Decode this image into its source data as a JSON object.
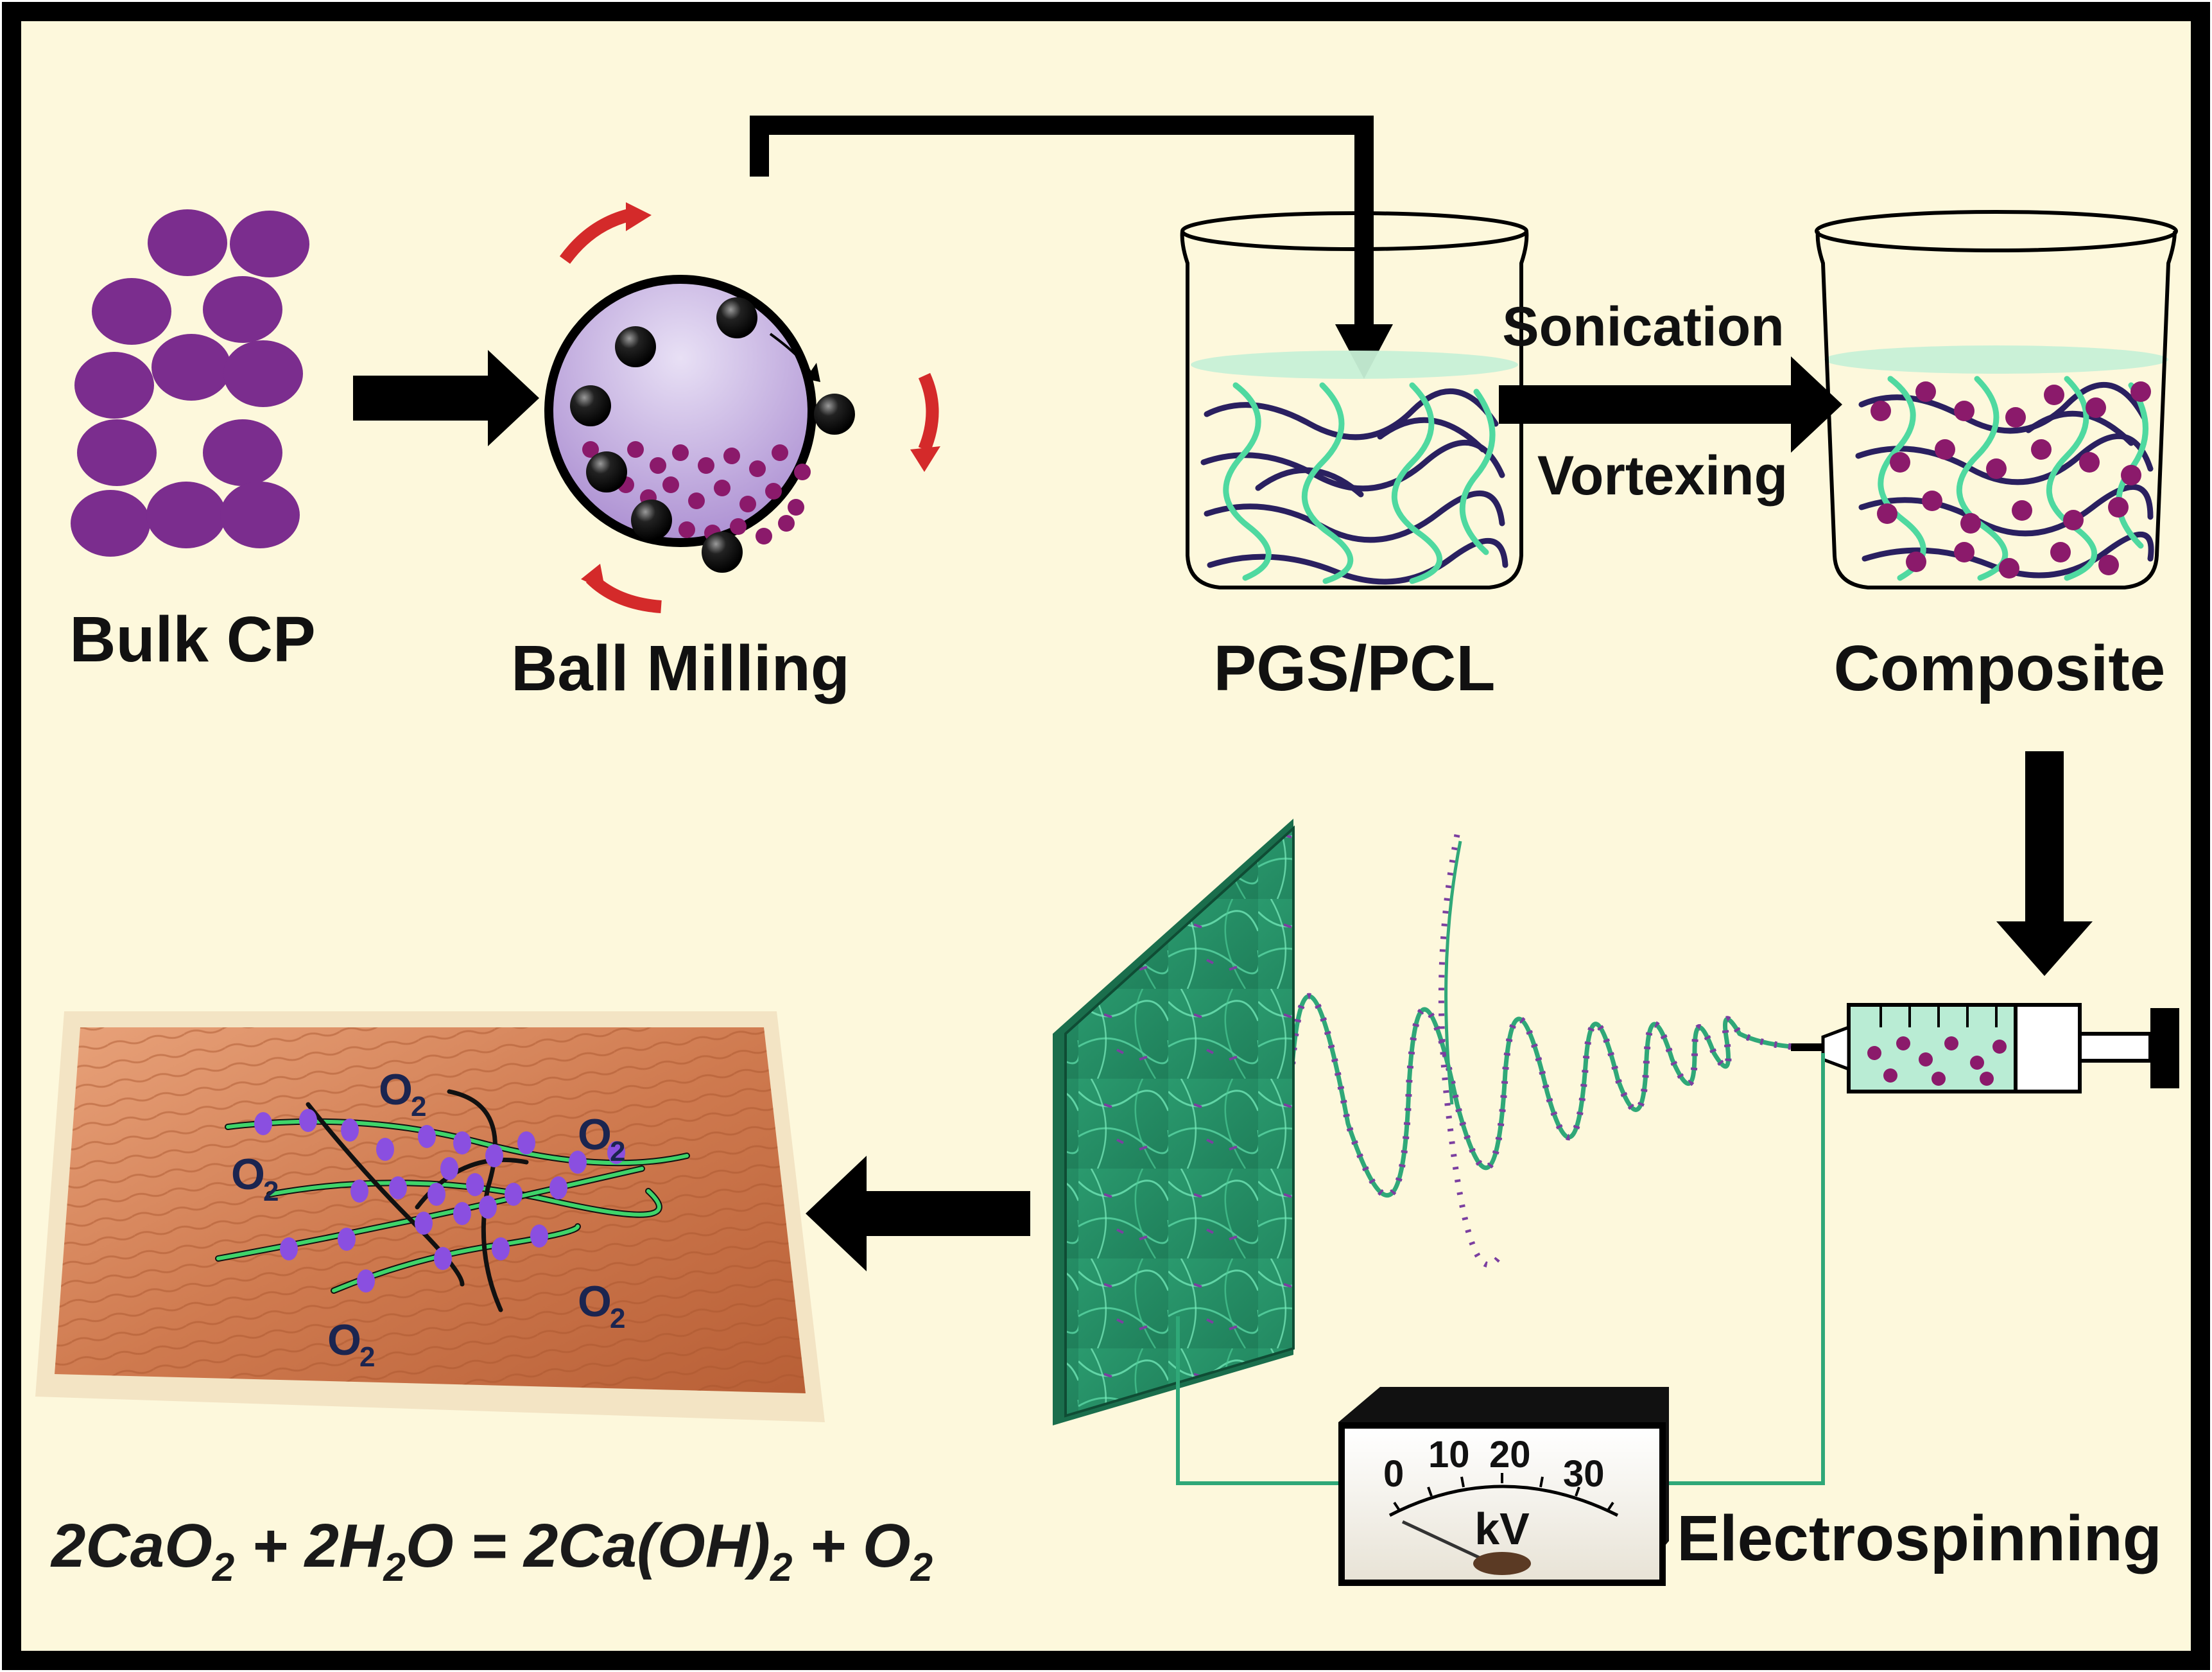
{
  "labels": {
    "bulk_cp": "Bulk CP",
    "ball_milling": "Ball Milling",
    "pgs_pcl": "PGS/PCL",
    "composite": "Composite",
    "sonication": "Sonication",
    "vortexing": "Vortexing",
    "electrospinning": "Electrospinning"
  },
  "meter": {
    "ticks": [
      "0",
      "10",
      "20",
      "30"
    ],
    "unit": "kV"
  },
  "oxygen": {
    "symbol": "O",
    "subscript": "2"
  },
  "equation": {
    "t1": "2CaO",
    "s1": "2",
    "t2": " + 2H",
    "s2": "2",
    "t3": "O = 2Ca(OH)",
    "s3": "2",
    "t4": " + O",
    "s4": "2"
  },
  "colors": {
    "background": "#fdf8dc",
    "border": "#000000",
    "particle": "#7b2d8e",
    "nanoparticle": "#8b1a6b",
    "polymer_green": "#4fd9a0",
    "polymer_dark": "#2a2060",
    "fiber_mat": "#2fa878",
    "rotation_arrow": "#d42a2a",
    "skin": "#c8734a"
  }
}
